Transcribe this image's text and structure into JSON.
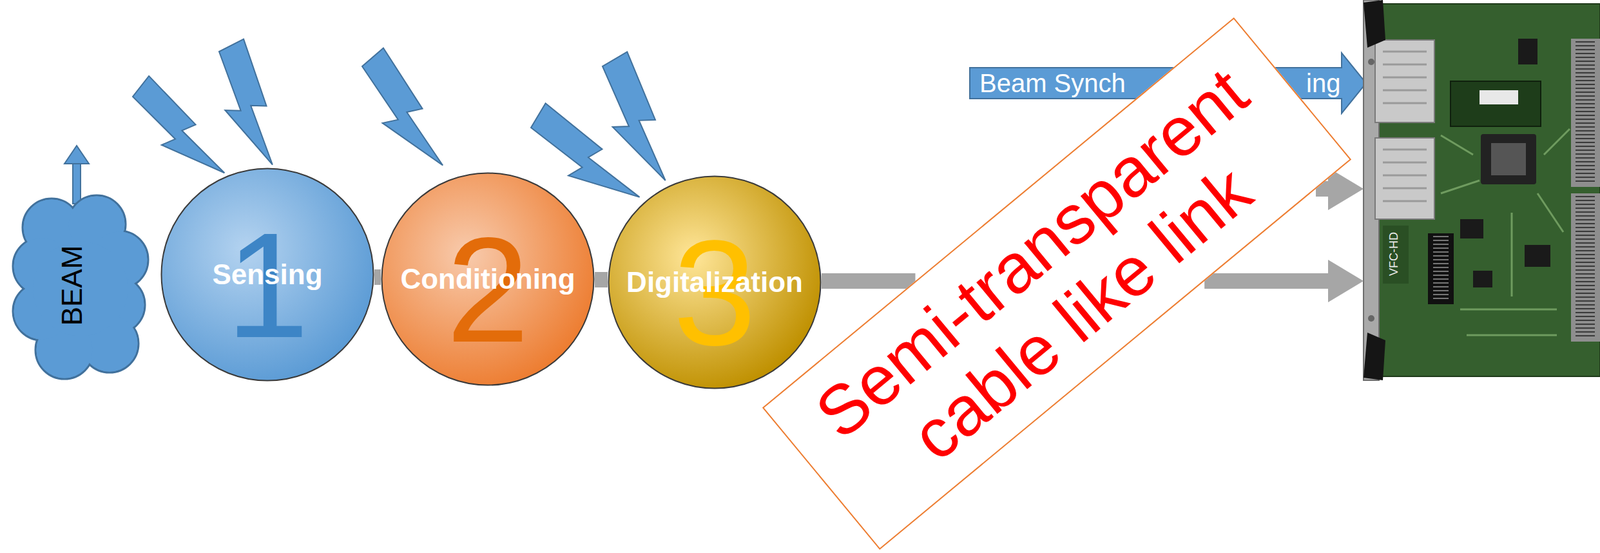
{
  "diagram": {
    "nodes": [
      {
        "text": [
          "BEAM"
        ]
      },
      {
        "text": [
          "Sensing",
          "1"
        ]
      },
      {
        "text": [
          "Conditioning",
          "2"
        ]
      },
      {
        "text": [
          "Digitalization",
          "3"
        ]
      },
      {
        "text": [
          "Semi-transparent cable like link"
        ]
      },
      {
        "text": [
          "VFC-HD"
        ]
      }
    ],
    "edges": [
      {
        "from": 1,
        "to": 2,
        "arrow": "none"
      },
      {
        "from": 2,
        "to": 3,
        "arrow": "none"
      },
      {
        "from": 3,
        "to": 4,
        "arrow": "none"
      },
      {
        "from": 4,
        "to": 5,
        "arrow": "to"
      },
      {
        "from": 4,
        "to": 5,
        "arrow": "to"
      }
    ],
    "labels": [
      "Beam Synch",
      "ing"
    ]
  }
}
